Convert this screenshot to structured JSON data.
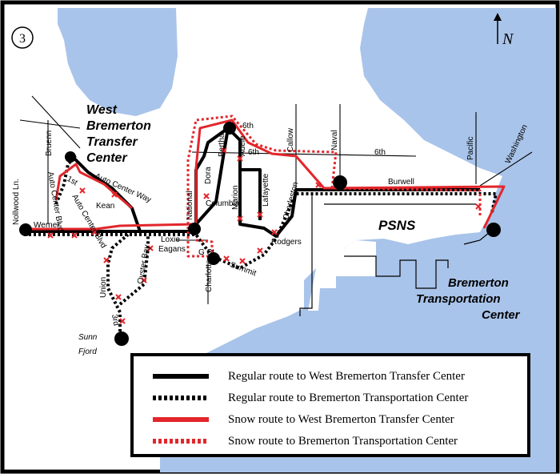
{
  "route_number": "3",
  "north_label": "N",
  "places": {
    "west_center_1": "West",
    "west_center_2": "Bremerton",
    "west_center_3": "Transfer",
    "west_center_4": "Center",
    "psns": "PSNS",
    "bremerton_center_1": "Bremerton",
    "bremerton_center_2": "Transportation",
    "bremerton_center_3": "Center",
    "sunn_1": "Sunn",
    "sunn_2": "Fjord"
  },
  "streets": {
    "callow": "Callow",
    "naval": "Naval",
    "pacific": "Pacific",
    "washington": "Washington",
    "burwell": "Burwell",
    "sixth_a": "6th",
    "sixth_b": "6th",
    "sixth_c": "6th",
    "national": "National",
    "dora": "Dora",
    "bertha": "Bertha",
    "adele": "Adele",
    "marion": "Marion",
    "lafayette": "Lafayette",
    "charleston": "Charleston",
    "columbia": "Columbia",
    "rodgers": "Rodgers",
    "werner": "Werner",
    "kean": "Kean",
    "auto_center_way": "Auto Center Way",
    "auto_center_blvd_1": "Auto Center Blvd",
    "auto_center_blvd_2": "Auto Center Blvd",
    "bruenn": "Bruenn",
    "first": "1st",
    "loxie": "Loxie",
    "eagans": "Eagans",
    "oyster_bay": "Oyster Bay",
    "union": "Union",
    "third": "3rd",
    "gst": "G St.",
    "charlotte": "Charlotte",
    "summit": "Summit",
    "nollwood": "Nollwood Ln."
  },
  "legend": [
    {
      "label": "Regular route to West Bremerton Transfer Center",
      "color": "#000000",
      "style": "solid"
    },
    {
      "label": "Regular route to Bremerton Transportation Center",
      "color": "#000000",
      "style": "dotted"
    },
    {
      "label": "Snow route to West Bremerton Transfer Center",
      "color": "#e2262b",
      "style": "solid"
    },
    {
      "label": "Snow route to Bremerton Transportation Center",
      "color": "#e2262b",
      "style": "dotted"
    }
  ],
  "colors": {
    "water": "#a9c4ea",
    "regular": "#000000",
    "snow": "#e2262b"
  }
}
